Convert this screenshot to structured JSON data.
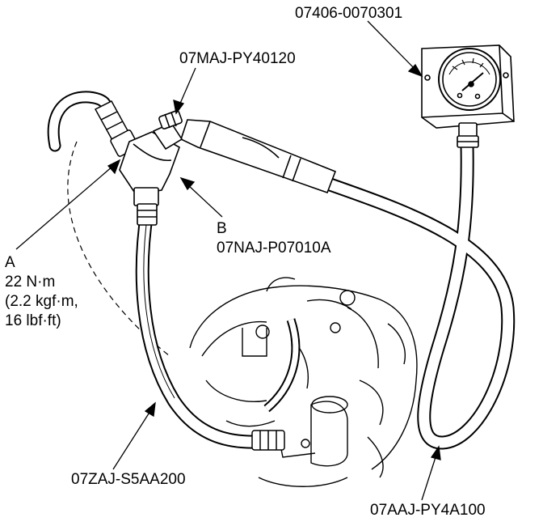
{
  "callouts": {
    "gauge_part_no": "07406-0070301",
    "adapter_part_no": "07MAJ-PY40120",
    "fitting_label": "B",
    "fitting_part_no": "07NAJ-P07010A",
    "torque_label": "A",
    "torque_nm": "22 N·m",
    "torque_kgfm": "(2.2 kgf·m,",
    "torque_lbfft": "16 lbf·ft)",
    "left_hose_part_no": "07ZAJ-S5AA200",
    "right_hose_part_no": "07AAJ-PY4A100"
  },
  "colors": {
    "ink": "#000000",
    "paper": "#ffffff"
  }
}
